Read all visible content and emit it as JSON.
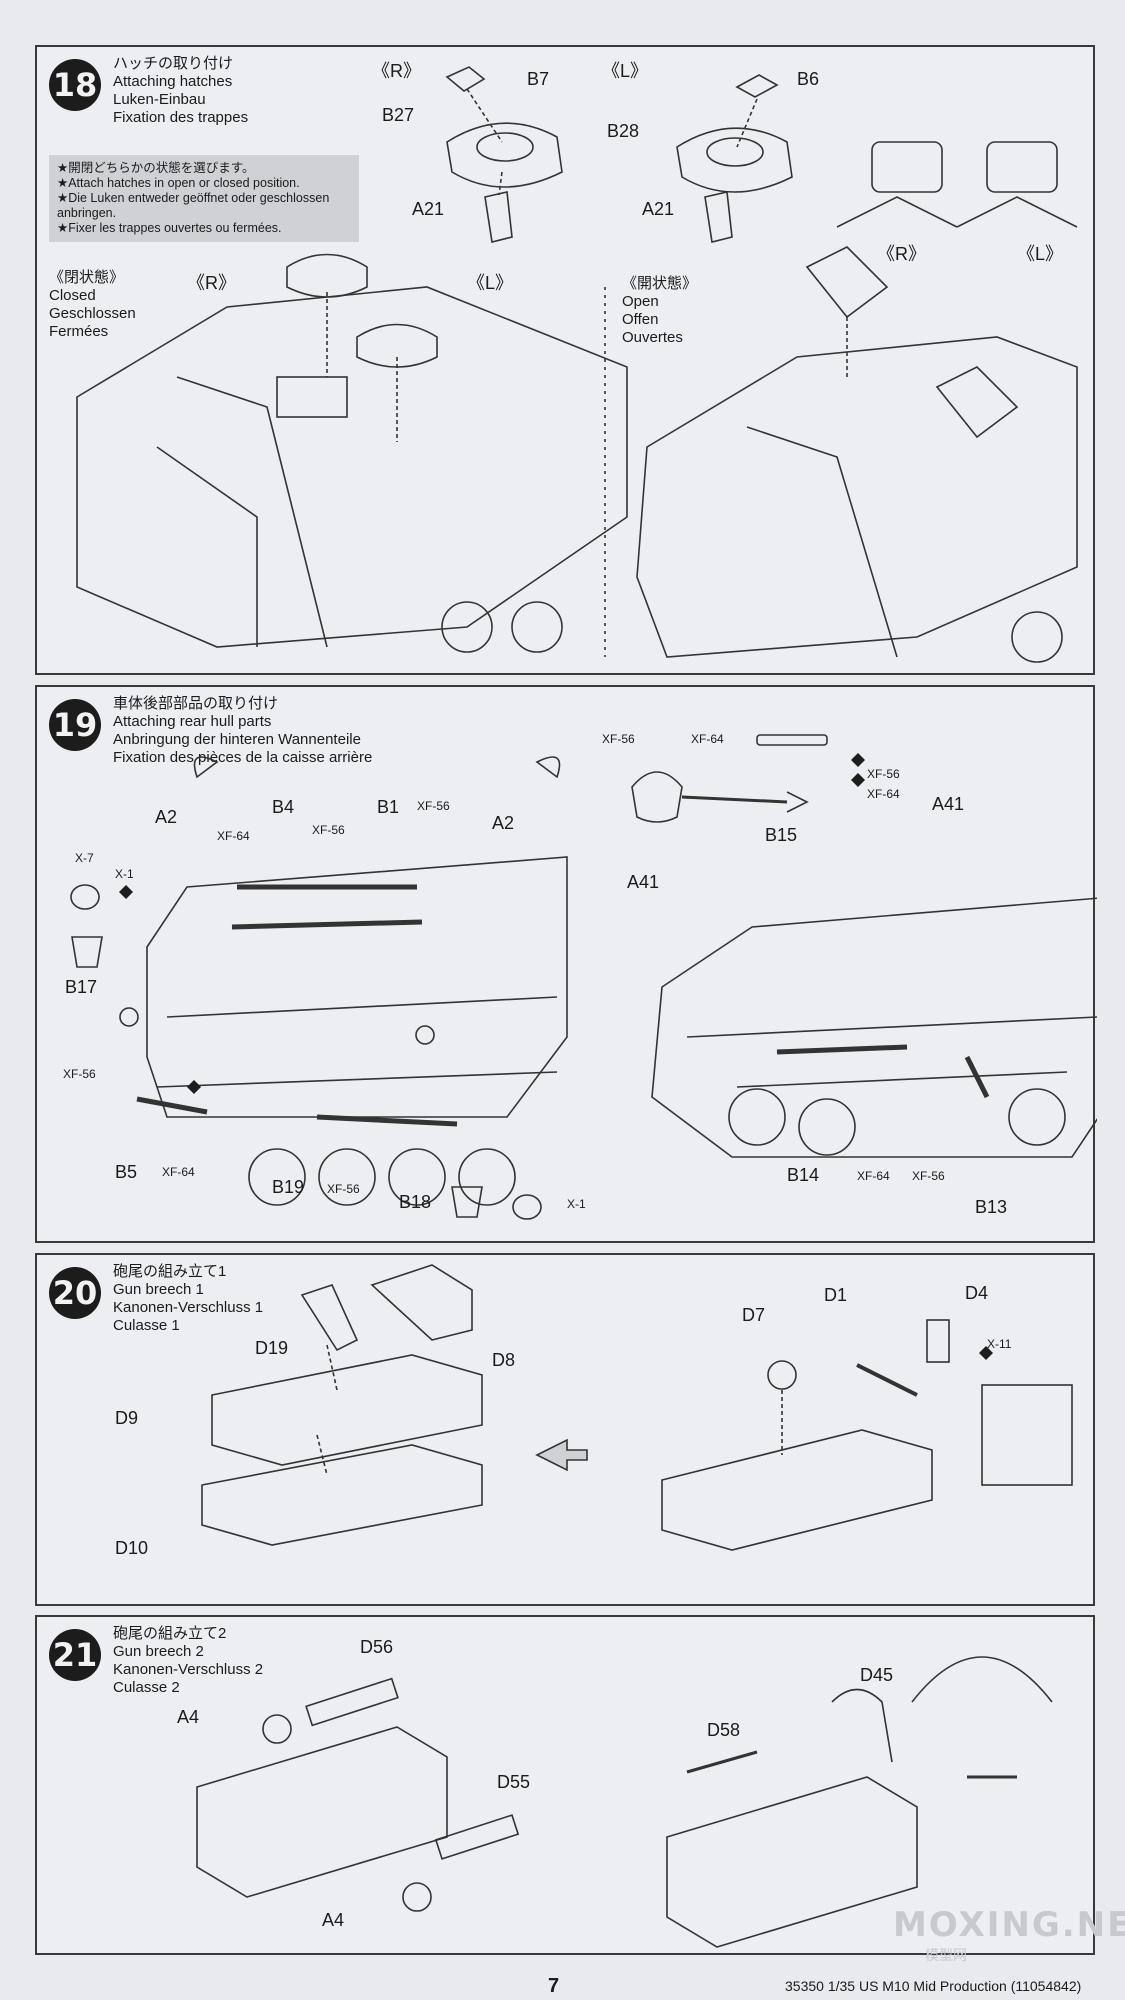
{
  "steps": [
    {
      "number": "18",
      "titles": [
        "ハッチの取り付け",
        "Attaching hatches",
        "Luken-Einbau",
        "Fixation des trappes"
      ],
      "note": [
        "★開閉どちらかの状態を選びます。",
        "★Attach hatches in open or closed position.",
        "★Die Luken entweder geöffnet oder geschlossen anbringen.",
        "★Fixer les trappes ouvertes ou fermées."
      ],
      "closed": [
        "《閉状態》",
        "Closed",
        "Geschlossen",
        "Fermées"
      ],
      "open": [
        "《開状態》",
        "Open",
        "Offen",
        "Ouvertes"
      ],
      "labels": {
        "r_top": "《R》",
        "l_top": "《L》",
        "b7": "B7",
        "b6": "B6",
        "b27": "B27",
        "b28": "B28",
        "a21_r": "A21",
        "a21_l": "A21",
        "r_closed": "《R》",
        "l_closed": "《L》",
        "r_open": "《R》",
        "l_open": "《L》"
      }
    },
    {
      "number": "19",
      "titles": [
        "車体後部部品の取り付け",
        "Attaching rear hull parts",
        "Anbringung der hinteren Wannenteile",
        "Fixation des pièces de la caisse arrière"
      ],
      "labels": {
        "a2_left": "A2",
        "b4": "B4",
        "b1": "B1",
        "a2_right": "A2",
        "xf56_a": "XF-56",
        "xf64_a": "XF-64",
        "xf56_b": "XF-56",
        "x7": "X-7",
        "x1_a": "X-1",
        "b17": "B17",
        "xf56_c": "XF-56",
        "b5": "B5",
        "xf64_b": "XF-64",
        "b19": "B19",
        "xf56_d": "XF-56",
        "b18": "B18",
        "x1_b": "X-1",
        "xf56_e": "XF-56",
        "xf64_c": "XF-64",
        "xf56_f": "XF-56",
        "xf64_d": "XF-64",
        "a41_right": "A41",
        "b15": "B15",
        "a41_left": "A41",
        "b14": "B14",
        "xf64_e": "XF-64",
        "xf56_g": "XF-56",
        "b13": "B13"
      }
    },
    {
      "number": "20",
      "titles": [
        "砲尾の組み立て1",
        "Gun breech 1",
        "Kanonen-Verschluss 1",
        "Culasse 1"
      ],
      "labels": {
        "d19": "D19",
        "d8": "D8",
        "d9": "D9",
        "d10": "D10",
        "d7": "D7",
        "d1": "D1",
        "d4": "D4",
        "x11": "X-11"
      }
    },
    {
      "number": "21",
      "titles": [
        "砲尾の組み立て2",
        "Gun breech 2",
        "Kanonen-Verschluss 2",
        "Culasse 2"
      ],
      "labels": {
        "d56": "D56",
        "a4_top": "A4",
        "d55": "D55",
        "a4_bottom": "A4",
        "d58": "D58",
        "d45": "D45"
      }
    }
  ],
  "footer": {
    "page": "7",
    "product": "35350  1/35 US M10 Mid Production (11054842)"
  },
  "watermark": {
    "main": "MOXING.NET",
    "sub": "模型网"
  }
}
